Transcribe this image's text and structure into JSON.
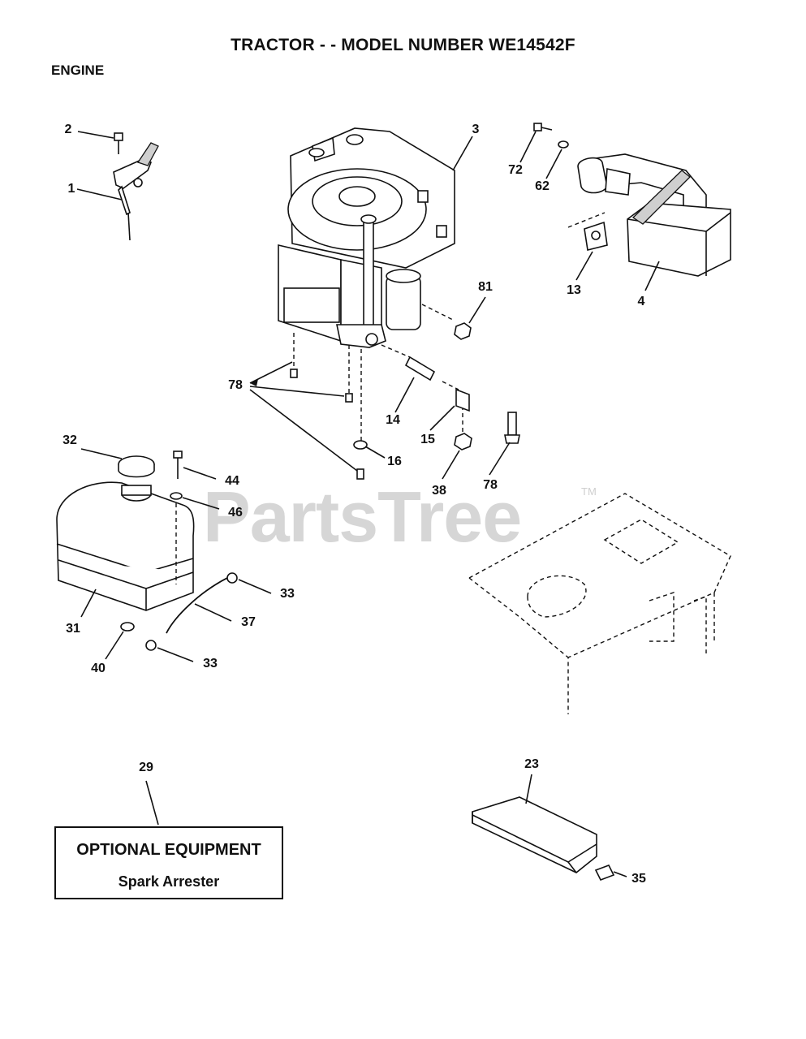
{
  "header": {
    "title": "TRACTOR - - MODEL NUMBER WE14542F",
    "section": "ENGINE"
  },
  "watermark": {
    "brand": "PartsTree",
    "tm": "TM"
  },
  "callouts": [
    "1",
    "2",
    "3",
    "72",
    "62",
    "13",
    "4",
    "81",
    "78",
    "14",
    "15",
    "16",
    "38",
    "78",
    "32",
    "44",
    "46",
    "33",
    "37",
    "33",
    "31",
    "40",
    "29",
    "23",
    "35"
  ],
  "optional_box": {
    "title": "OPTIONAL EQUIPMENT",
    "subtitle": "Spark Arrester"
  }
}
